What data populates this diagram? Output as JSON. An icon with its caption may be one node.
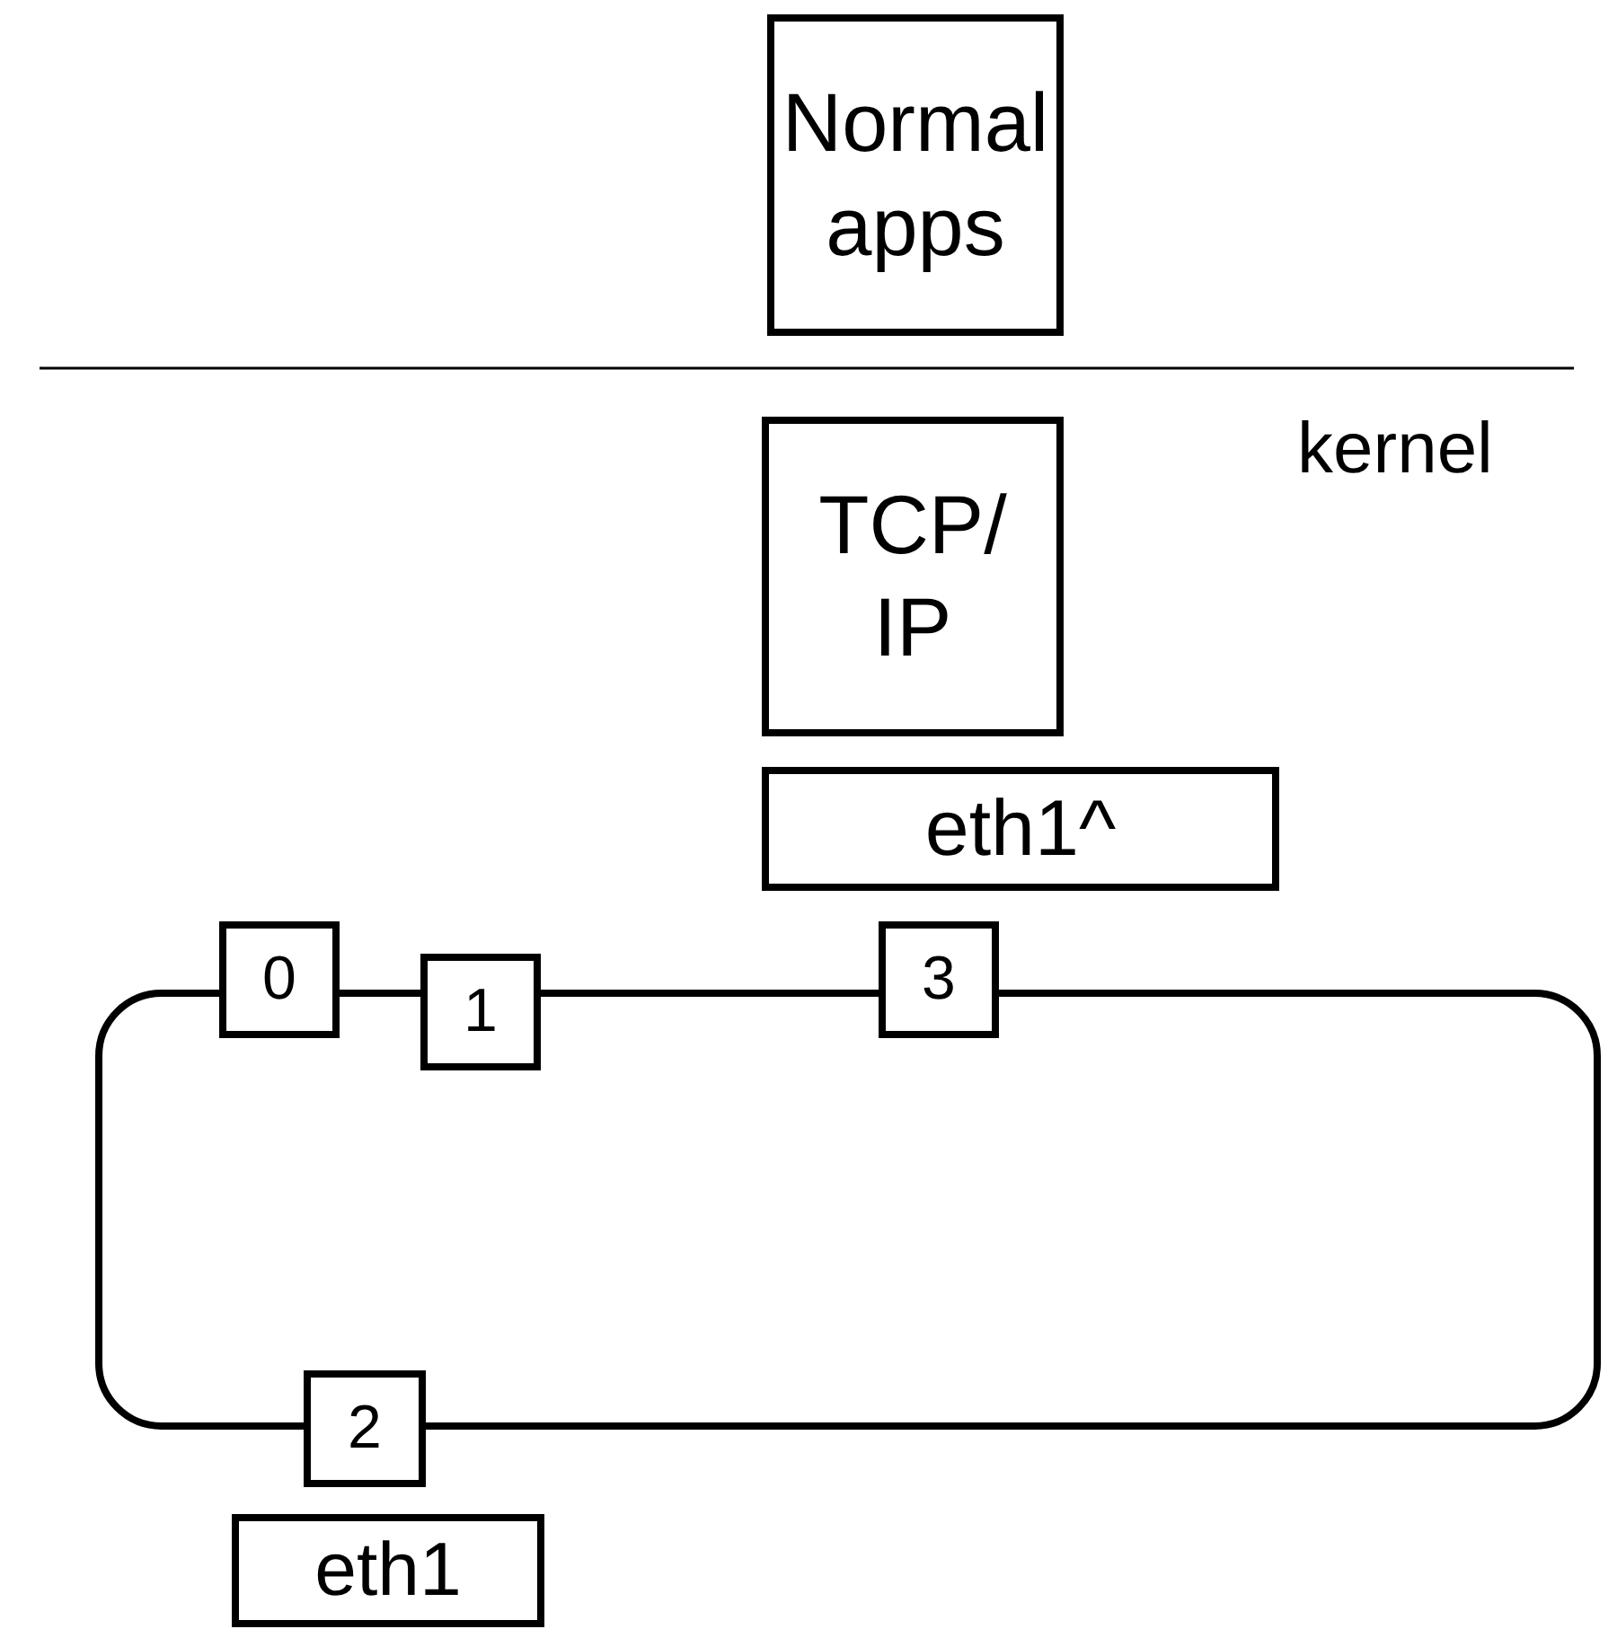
{
  "diagram": {
    "nodes": [
      {
        "text": [
          "Normal apps"
        ]
      },
      {
        "text": [
          "TCP/ IP"
        ]
      },
      {
        "text": [
          "eth1^"
        ]
      },
      {
        "text": [
          "0"
        ]
      },
      {
        "text": [
          "1"
        ]
      },
      {
        "text": [
          "3"
        ]
      },
      {
        "text": [
          "2"
        ]
      },
      {
        "text": [
          "eth1"
        ]
      }
    ],
    "edges": [
      {
        "from": 3,
        "to": 4,
        "arrow": "none"
      },
      {
        "from": 4,
        "to": 5,
        "arrow": "none"
      },
      {
        "from": 5,
        "to": 6,
        "arrow": "none"
      },
      {
        "from": 6,
        "to": 3,
        "arrow": "none"
      }
    ],
    "labels": [
      "kernel"
    ]
  }
}
